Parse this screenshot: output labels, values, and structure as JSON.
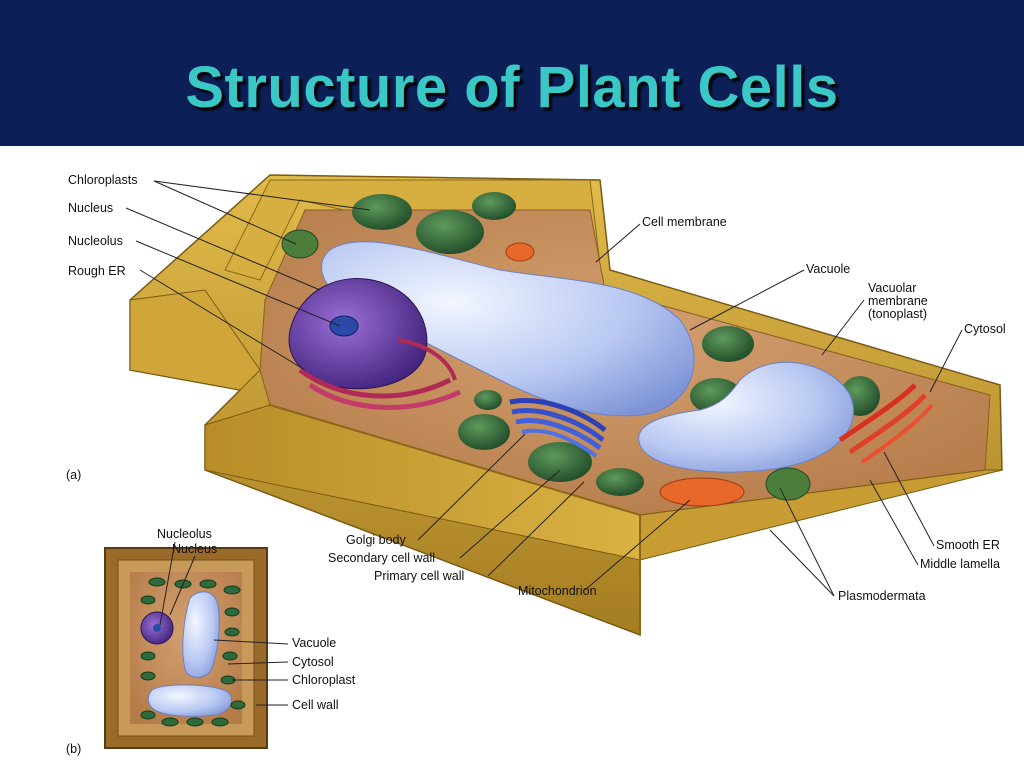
{
  "title": "Structure of Plant Cells",
  "panel_a": {
    "letter": "(a)",
    "labels": {
      "chloroplasts": "Chloroplasts",
      "nucleus": "Nucleus",
      "nucleolus": "Nucleolus",
      "rough_er": "Rough ER",
      "cell_membrane": "Cell membrane",
      "vacuole": "Vacuole",
      "vacuolar_membrane_1": "Vacuolar",
      "vacuolar_membrane_2": "membrane",
      "vacuolar_membrane_3": "(tonoplast)",
      "cytosol": "Cytosol",
      "golgi_body": "Golgi body",
      "secondary_cell_wall": "Secondary cell wall",
      "primary_cell_wall": "Primary cell wall",
      "mitochondrion": "Mitochondrion",
      "smooth_er": "Smooth ER",
      "middle_lamella": "Middle lamella",
      "plasmodermata": "Plasmodermata"
    }
  },
  "panel_b": {
    "letter": "(b)",
    "labels": {
      "nucleolus": "Nucleolus",
      "nucleus": "Nucleus",
      "vacuole": "Vacuole",
      "cytosol": "Cytosol",
      "chloroplast": "Chloroplast",
      "cell_wall": "Cell wall"
    }
  },
  "colors": {
    "title_bar": "#0c1f56",
    "title_text": "#3ac8c6",
    "cell_wall": "#c9a236",
    "cytoplasm": "#c8905c",
    "vacuole": "#b9c9f2",
    "chloroplast": "#2f6b3a",
    "nucleus": "#6a3ea8",
    "mitochondrion": "#e8682a"
  }
}
